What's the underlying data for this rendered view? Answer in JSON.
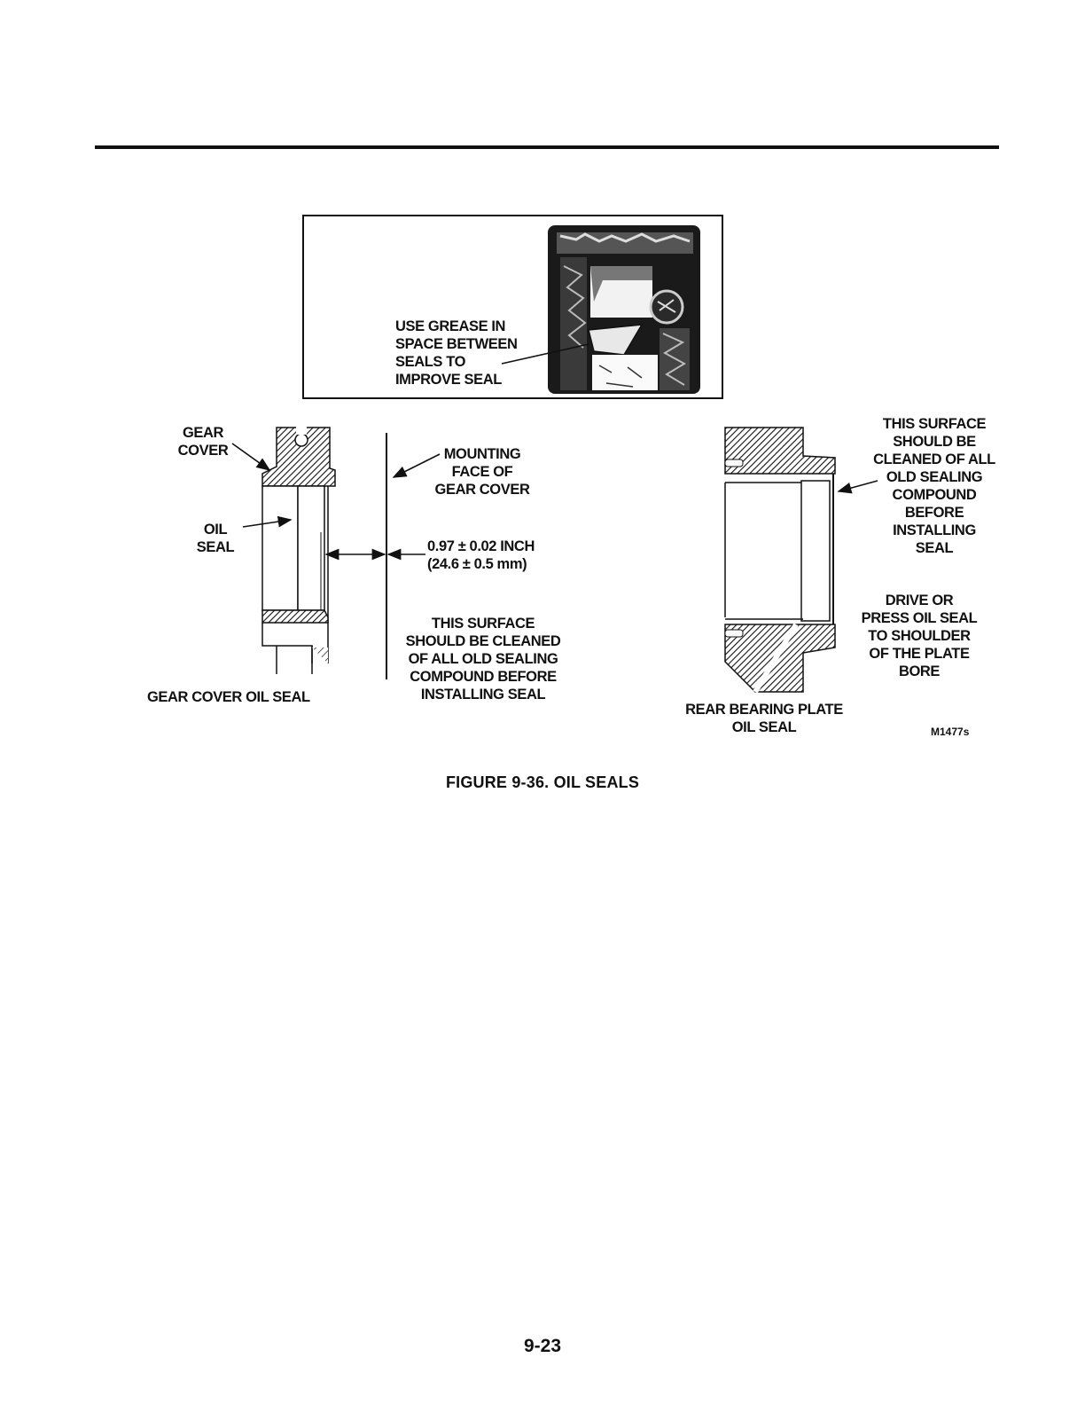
{
  "figure": {
    "caption": "FIGURE 9-36.  OIL SEALS",
    "code": "M1477s",
    "page_number": "9-23"
  },
  "inset": {
    "note": "USE GREASE IN\nSPACE BETWEEN\nSEALS TO\nIMPROVE SEAL"
  },
  "gear_cover_view": {
    "label_gear_cover": "GEAR\nCOVER",
    "label_oil_seal": "OIL\nSEAL",
    "label_mounting_face": "MOUNTING\nFACE OF\nGEAR COVER",
    "dimension": "0.97 ± 0.02 INCH\n(24.6 ± 0.5 mm)",
    "cleaning_note": "THIS SURFACE\nSHOULD BE CLEANED\nOF ALL OLD SEALING\nCOMPOUND BEFORE\nINSTALLING SEAL",
    "title": "GEAR COVER OIL SEAL"
  },
  "rear_bearing_view": {
    "cleaning_note": "THIS SURFACE\nSHOULD BE\nCLEANED OF ALL\nOLD SEALING\nCOMPOUND\nBEFORE\nINSTALLING\nSEAL",
    "drive_note": "DRIVE OR\nPRESS OIL SEAL\nTO SHOULDER\nOF THE PLATE\nBORE",
    "title": "REAR BEARING PLATE\nOIL SEAL"
  }
}
